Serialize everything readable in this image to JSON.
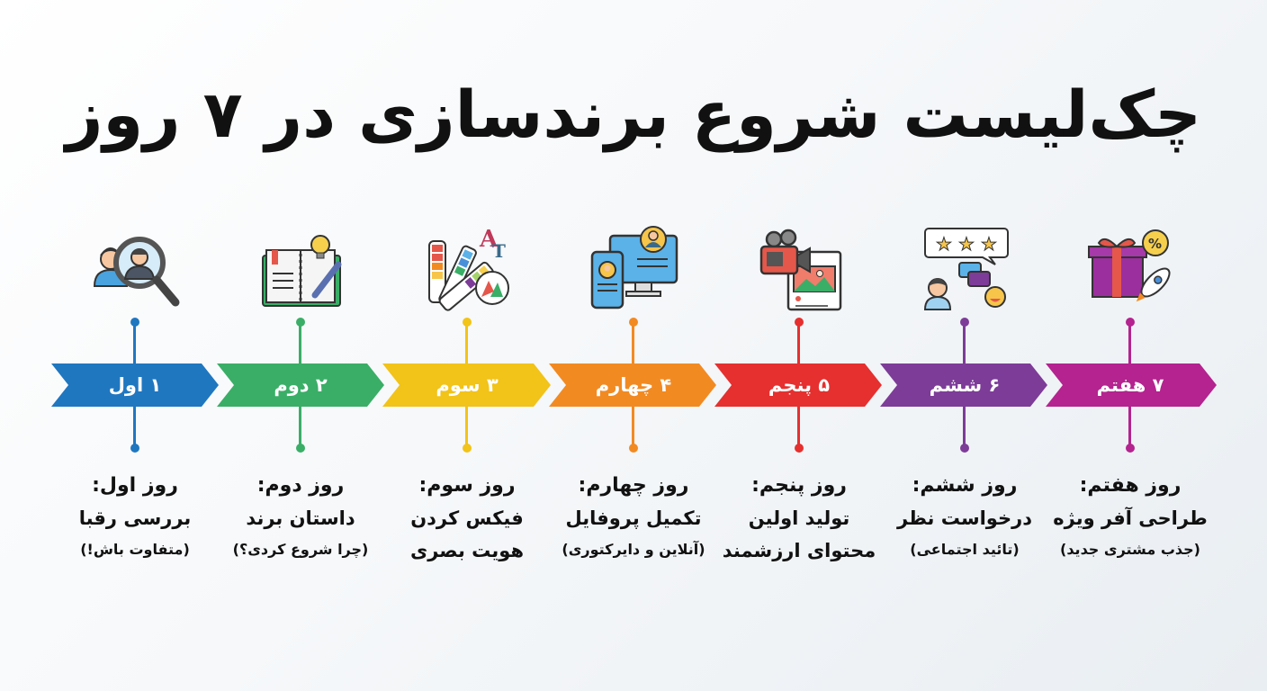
{
  "title": "چک‌لیست شروع برندسازی در ۷ روز",
  "days": [
    {
      "number": "۱",
      "label": "۱ اول",
      "color": "#1f77c0",
      "icon": "competitor-search-icon",
      "heading": "روز اول:",
      "line1": "بررسی رقبا",
      "line2": "(متفاوت باش!)",
      "line2_style": "sub"
    },
    {
      "number": "۲",
      "label": "۲ دوم",
      "color": "#3aae67",
      "icon": "brand-story-notebook-icon",
      "heading": "روز دوم:",
      "line1": "داستان برند",
      "line2": "(چرا شروع کردی؟)",
      "line2_style": "sub"
    },
    {
      "number": "۳",
      "label": "۳ سوم",
      "color": "#f2c318",
      "icon": "visual-identity-palette-icon",
      "heading": "روز سوم:",
      "line1": "فیکس کردن",
      "line2": "هویت بصری",
      "line2_style": "line"
    },
    {
      "number": "۴",
      "label": "۴ چهارم",
      "color": "#f28a22",
      "icon": "profile-devices-icon",
      "heading": "روز چهارم:",
      "line1": "تکمیل پروفایل",
      "line2": "(آنلاین و دایرکتوری)",
      "line2_style": "sub"
    },
    {
      "number": "۵",
      "label": "۵ پنجم",
      "color": "#e5302f",
      "icon": "video-content-icon",
      "heading": "روز پنجم:",
      "line1": "تولید اولین",
      "line2": "محتوای ارزشمند",
      "line2_style": "line"
    },
    {
      "number": "۶",
      "label": "۶ ششم",
      "color": "#7d3c98",
      "icon": "review-stars-icon",
      "heading": "روز ششم:",
      "line1": "درخواست نظر",
      "line2": "(تائید اجتماعی)",
      "line2_style": "sub"
    },
    {
      "number": "۷",
      "label": "۷ هفتم",
      "color": "#b4238f",
      "icon": "gift-offer-rocket-icon",
      "heading": "روز هفتم:",
      "line1": "طراحی آفر ویژه",
      "line2": "(جذب مشتری جدید)",
      "line2_style": "sub"
    }
  ]
}
